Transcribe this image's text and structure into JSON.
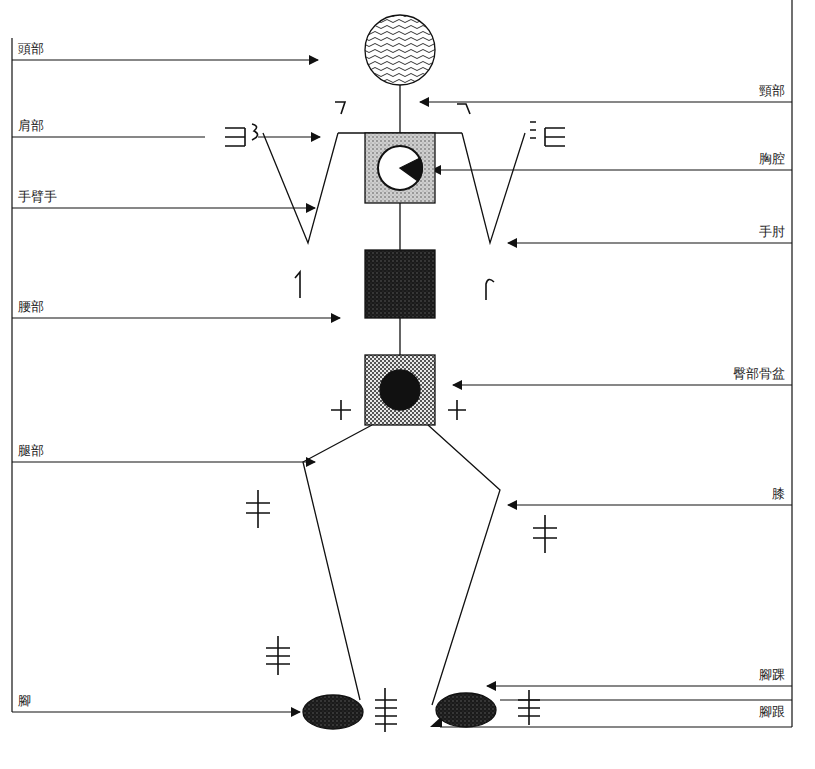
{
  "diagram": {
    "labels": [
      "頭部",
      "頸部",
      "肩部",
      "胸腔",
      "手臂手",
      "手肘",
      "腰部",
      "臀部骨盆",
      "腿部",
      "膝",
      "腳踝",
      "腳",
      "腳跟"
    ]
  }
}
